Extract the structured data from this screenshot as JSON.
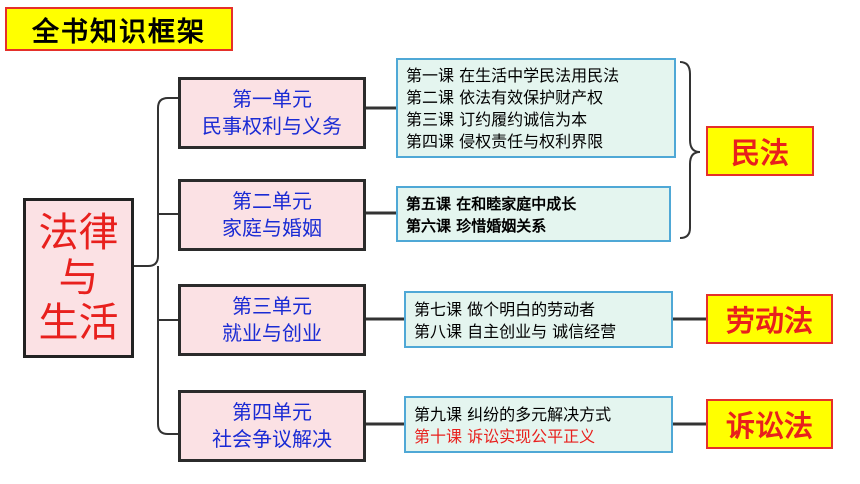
{
  "title": "全书知识框架",
  "root": {
    "line1": "法律",
    "line2": "与",
    "line3": "生活"
  },
  "units": [
    {
      "name": "第一单元",
      "topic": "民事权利与义务"
    },
    {
      "name": "第二单元",
      "topic": "家庭与婚姻"
    },
    {
      "name": "第三单元",
      "topic": "就业与创业"
    },
    {
      "name": "第四单元",
      "topic": "社会争议解决"
    }
  ],
  "lessons": [
    "第一课  在生活中学民法用民法",
    "第二课  依法有效保护财产权",
    "第三课  订约履约诚信为本",
    "第四课  侵权责任与权利界限",
    "第五课  在和睦家庭中成长",
    "第六课  珍惜婚姻关系",
    "第七课  做个明白的劳动者",
    "第八课  自主创业与  诚信经营",
    "第九课  纠纷的多元解决方式",
    "第十课  诉讼实现公平正义"
  ],
  "laws": [
    "民法",
    "劳动法",
    "诉讼法"
  ],
  "colors": {
    "title_bg": "#ffff00",
    "accent_red": "#e8201d",
    "unit_text_blue": "#1a2bd4",
    "unit_bg": "#fbe1e4",
    "lesson_bg": "#e4f5ef",
    "lesson_border": "#4fa8d6"
  }
}
